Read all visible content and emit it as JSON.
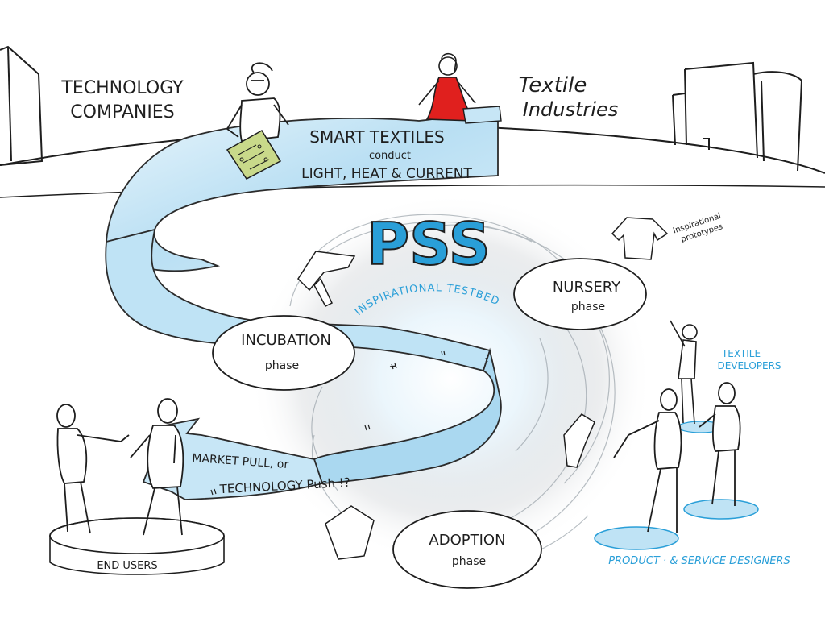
{
  "labels": {
    "technology_companies_line1": "TECHNOLOGY",
    "technology_companies_line2": "COMPANIES",
    "textile_industries_line1": "Textile",
    "textile_industries_line2": "Industries",
    "smart_textiles_line1": "SMART TEXTILES",
    "smart_textiles_line2": "conduct",
    "smart_textiles_line3": "LIGHT, HEAT & CURRENT",
    "pss": "PSS",
    "inspirational_testbed": "INSPIRATIONAL TESTBED",
    "inspirational_prototypes_line1": "Inspirational",
    "inspirational_prototypes_line2": "prototypes",
    "textile_developers_line1": "TEXTILE",
    "textile_developers_line2": "DEVELOPERS",
    "market_pull_line1": "MARKET PULL, or",
    "market_pull_line2": "TECHNOLOGY Push !?",
    "end_users": "END USERS",
    "product_service_designers": "PRODUCT · & SERVICE DESIGNERS"
  },
  "phases": [
    {
      "name": "NURSERY",
      "sub": "phase"
    },
    {
      "name": "INCUBATION",
      "sub": "phase"
    },
    {
      "name": "ADOPTION",
      "sub": "phase"
    }
  ],
  "colors": {
    "ribbon_fill": "#c7e6f6",
    "ribbon_edge": "#2b2b2b",
    "pss_fill": "#2a9fd8",
    "accent_blue": "#2a9fd8",
    "ink": "#1e1e1e",
    "woman_dress": "#e0201e",
    "swirl": "#9aa3aa",
    "circuit_board": "#c9d98a"
  }
}
